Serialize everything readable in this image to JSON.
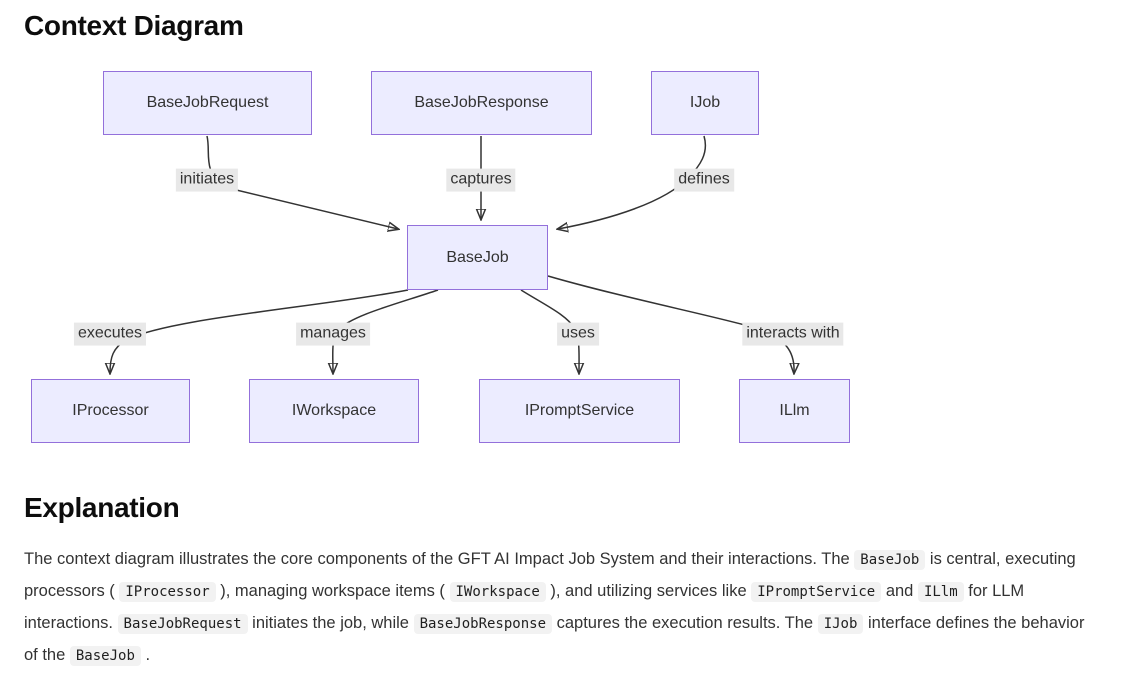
{
  "page": {
    "title": "Context Diagram",
    "explanation_heading": "Explanation"
  },
  "diagram": {
    "type": "flowchart",
    "nodes": {
      "base_job_request": {
        "label": "BaseJobRequest"
      },
      "base_job_response": {
        "label": "BaseJobResponse"
      },
      "i_job": {
        "label": "IJob"
      },
      "base_job": {
        "label": "BaseJob"
      },
      "i_processor": {
        "label": "IProcessor"
      },
      "i_workspace": {
        "label": "IWorkspace"
      },
      "i_prompt_service": {
        "label": "IPromptService"
      },
      "i_llm": {
        "label": "ILlm"
      }
    },
    "edges": [
      {
        "from": "BaseJobRequest",
        "to": "BaseJob",
        "label": "initiates"
      },
      {
        "from": "BaseJobResponse",
        "to": "BaseJob",
        "label": "captures"
      },
      {
        "from": "IJob",
        "to": "BaseJob",
        "label": "defines"
      },
      {
        "from": "BaseJob",
        "to": "IProcessor",
        "label": "executes"
      },
      {
        "from": "BaseJob",
        "to": "IWorkspace",
        "label": "manages"
      },
      {
        "from": "BaseJob",
        "to": "IPromptService",
        "label": "uses"
      },
      {
        "from": "BaseJob",
        "to": "ILlm",
        "label": "interacts with"
      }
    ],
    "colors": {
      "node_fill": "#ECECFF",
      "node_border": "#9370DB",
      "edge_stroke": "#333333",
      "edge_label_bg": "#e8e8e8"
    }
  },
  "explanation": {
    "segments": [
      {
        "text": "The context diagram illustrates the core components of the GFT AI Impact Job System and their interactions. The "
      },
      {
        "code": true,
        "text": "BaseJob"
      },
      {
        "text": " is central, executing processors ( "
      },
      {
        "code": true,
        "text": "IProcessor"
      },
      {
        "text": " ), managing workspace items ( "
      },
      {
        "code": true,
        "text": "IWorkspace"
      },
      {
        "text": " ), and utilizing services like "
      },
      {
        "code": true,
        "text": "IPromptService"
      },
      {
        "text": " and "
      },
      {
        "code": true,
        "text": "ILlm"
      },
      {
        "text": " for LLM interactions. "
      },
      {
        "code": true,
        "text": "BaseJobRequest"
      },
      {
        "text": " initiates the job, while "
      },
      {
        "code": true,
        "text": "BaseJobResponse"
      },
      {
        "text": " captures the execution results. The "
      },
      {
        "code": true,
        "text": "IJob"
      },
      {
        "text": " interface defines the behavior of the "
      },
      {
        "code": true,
        "text": "BaseJob"
      },
      {
        "text": " ."
      }
    ]
  }
}
